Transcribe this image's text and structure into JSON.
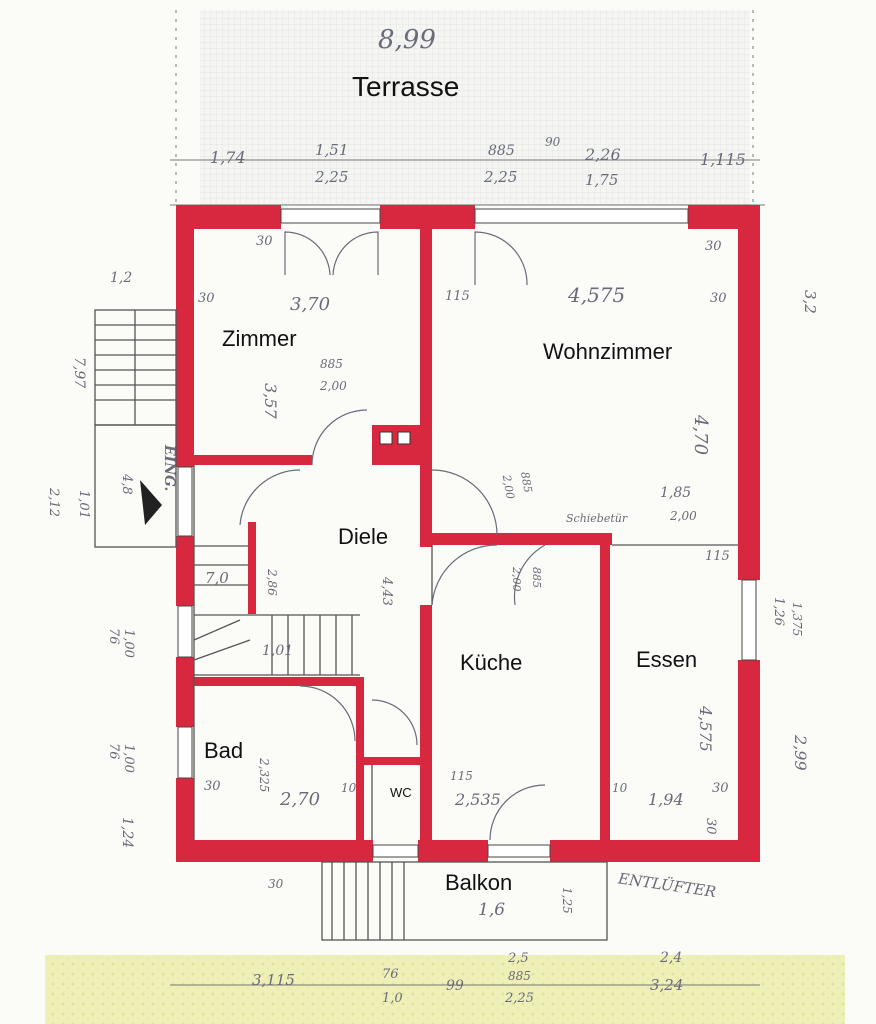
{
  "rooms": {
    "terrace": "Terrasse",
    "room": "Zimmer",
    "living": "Wohnzimmer",
    "hall": "Diele",
    "kitchen": "Küche",
    "dining": "Essen",
    "bath": "Bad",
    "wc": "WC",
    "balcony": "Balkon"
  },
  "notes": {
    "entrance": "EING.",
    "vent": "ENTLÜFTER",
    "sliding": "Schiebetür"
  },
  "dimensions": {
    "top_total": "8,99",
    "top_a": "1,74",
    "top_b": "1,51",
    "top_b2": "2,25",
    "top_c": "885",
    "top_c2": "2,25",
    "top_c3": "90",
    "top_d": "2,26",
    "top_d2": "1,75",
    "top_e": "1,115",
    "zimmer_w": "3,70",
    "zimmer_h": "3,57",
    "zimmer_door": "885",
    "zimmer_door2": "2,00",
    "wohn_w": "4,575",
    "wohn_h": "4,70",
    "wohn_door": "1,85",
    "wohn_door2": "2,00",
    "wall_30": "30",
    "wall_115": "115",
    "wall_10": "10",
    "left_12": "1,2",
    "left_797": "7,97",
    "left_212": "2,12",
    "left_101": "1,01",
    "left_76": "76",
    "left_100": "1,00",
    "left_124": "1,24",
    "diele_h": "4,43",
    "diele_s": "2,86",
    "bad_w": "2,70",
    "bad_h": "2,325",
    "kueche_w": "2,535",
    "essen_h": "4,575",
    "essen_w": "1,94",
    "right_126": "1,26",
    "right_1375": "1,375",
    "right_299": "2,99",
    "right_32": "3,2",
    "balkon": "1,6",
    "balkon_h": "1,25",
    "bot_a": "3,115",
    "bot_b": "76",
    "bot_b2": "1,0",
    "bot_c": "99",
    "bot_d": "2,5",
    "bot_d2": "885",
    "bot_d3": "2,25",
    "bot_e": "2,4",
    "bot_e2": "3,24",
    "hall_d1": "2,00",
    "hall_d2": "885",
    "hall_d3": "885",
    "hall_d4": "2,00",
    "stair_a": "7,0",
    "stair_b": "4,8",
    "stair_c": "1,01"
  }
}
